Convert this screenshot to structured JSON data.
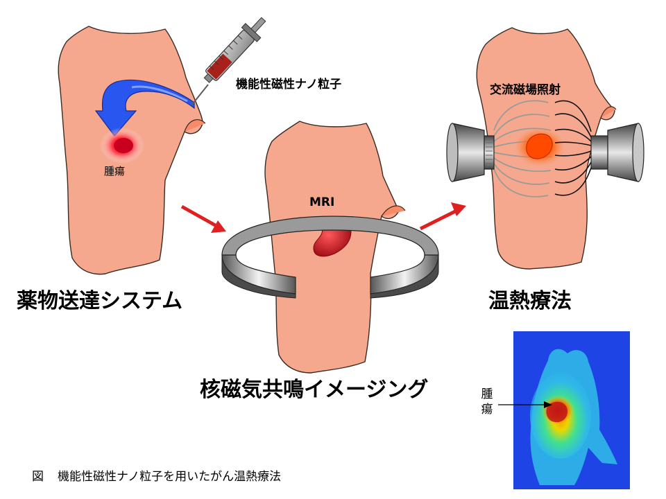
{
  "labels": {
    "nanoparticle": "機能性磁性ナノ粒子",
    "tumor_left": "腫瘍",
    "mri": "MRI",
    "ac_field": "交流磁場照射",
    "dds": "薬物送達システム",
    "hyperthermia": "温熱療法",
    "mri_full": "核磁気共鳴イメージング",
    "tumor_thermal": "腫瘍"
  },
  "caption": {
    "prefix": "図",
    "text": "機能性磁性ナノ粒子を用いたがん温熱療法"
  },
  "colors": {
    "skin": "#f5a88e",
    "skin_outline": "#3a2a22",
    "flow_arrow": "#2a56f0",
    "process_arrow": "#e02020",
    "tumor_red": "#d0182a",
    "thermal_bg": "#1f44e6"
  }
}
